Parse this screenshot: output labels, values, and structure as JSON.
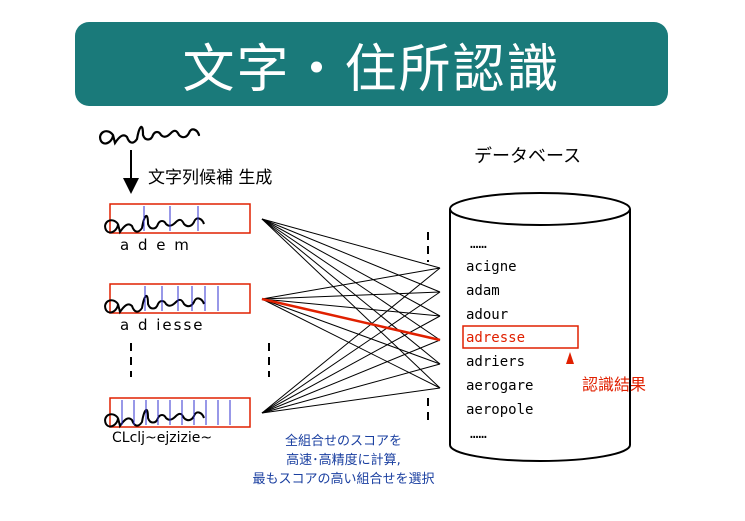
{
  "title": "文字・住所認識",
  "step_label": "文字列候補 生成",
  "database_label": "データベース",
  "candidates": [
    "a d e m",
    "a d iesse",
    "CLclj~ejzizie~"
  ],
  "database_items": [
    "……",
    "acigne",
    "adam",
    "adour",
    "adresse",
    "adriers",
    "aerogare",
    "aeropole",
    "……"
  ],
  "selected_item": "adresse",
  "result_label": "認識結果",
  "caption": [
    "全組合せのスコアを",
    "高速･高精度に計算,",
    "最もスコアの高い組合せを選択"
  ],
  "colors": {
    "banner": "#1a7a7a",
    "highlight": "#e02000",
    "caption": "#1a3fa0",
    "segment": "#3030d0"
  }
}
